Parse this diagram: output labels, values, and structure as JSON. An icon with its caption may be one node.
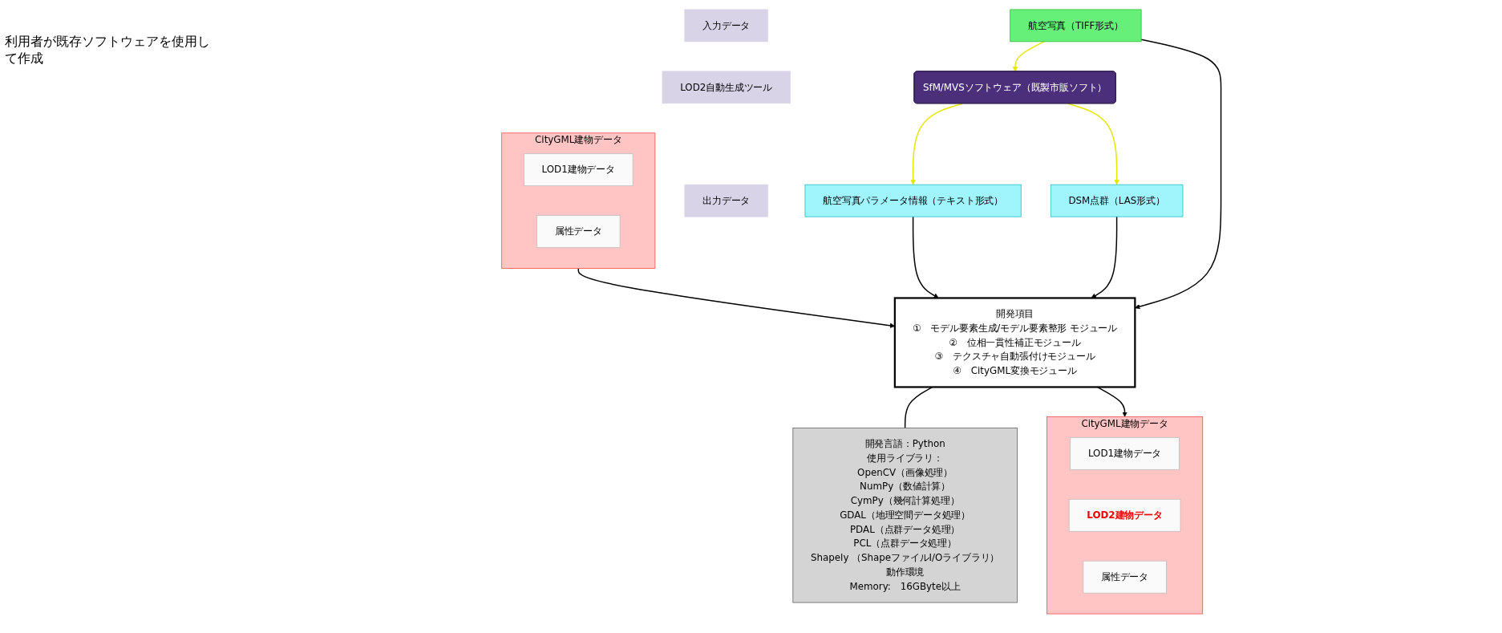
{
  "diagram": {
    "nodes": [
      {
        "text": [
          "入力データ"
        ]
      },
      {
        "text": [
          "LOD2自動生成ツール"
        ]
      },
      {
        "text": [
          "出力データ"
        ]
      },
      {
        "text": [
          "航空写真（TIFF形式）"
        ]
      },
      {
        "text": [
          "SfM/MVSソフトウェア（既製市販ソフト）"
        ]
      },
      {
        "text": [
          "航空写真パラメータ情報（テキスト形式）"
        ]
      },
      {
        "text": [
          "DSM点群（LAS形式）"
        ]
      },
      {
        "text": [
          "CityGML建物データ"
        ]
      },
      {
        "text": [
          "LOD1建物データ"
        ],
        "in": 7
      },
      {
        "text": [
          "属性データ"
        ],
        "in": 7
      },
      {
        "text": [
          "開発項目",
          "①　モデル要素生成/モデル要素整形 モジュール",
          "②　位相一貫性補正モジュール",
          "③　テクスチャ自動張付けモジュール",
          "④　CityGML変換モジュール"
        ]
      },
      {
        "text": [
          "CityGML建物データ"
        ]
      },
      {
        "text": [
          "LOD1建物データ"
        ],
        "in": 11
      },
      {
        "text": [
          "LOD2建物データ"
        ],
        "in": 11
      },
      {
        "text": [
          "属性データ"
        ],
        "in": 11
      },
      {
        "text": [
          "開発言語：Python",
          "使用ライブラリ：",
          "OpenCV（画像処理）",
          "NumPy（数値計算）",
          "CymPy（幾何計算処理）",
          "GDAL（地理空間データ処理）",
          "PDAL（点群データ処理）",
          "PCL（点群データ処理）",
          "Shapely （ShapeファイルI/Oライブラリ）",
          "動作環境",
          "Memory:　16GByte以上"
        ]
      }
    ],
    "edges": [
      {
        "from": 3,
        "to": 4,
        "arrow": "to",
        "color": "#e6e600"
      },
      {
        "from": 4,
        "to": 5,
        "arrow": "to",
        "color": "#e6e600"
      },
      {
        "from": 4,
        "to": 6,
        "arrow": "to",
        "color": "#e6e600"
      },
      {
        "from": 3,
        "to": 10,
        "arrow": "to"
      },
      {
        "from": 5,
        "to": 10,
        "arrow": "to"
      },
      {
        "from": 6,
        "to": 10,
        "arrow": "to"
      },
      {
        "from": 7,
        "to": 10,
        "arrow": "to"
      },
      {
        "from": 10,
        "to": 11,
        "arrow": "to"
      },
      {
        "from": 10,
        "to": 15,
        "arrow": "none"
      }
    ],
    "labels": [
      "利用者が既存ソフトウェアを使用して作成"
    ]
  }
}
